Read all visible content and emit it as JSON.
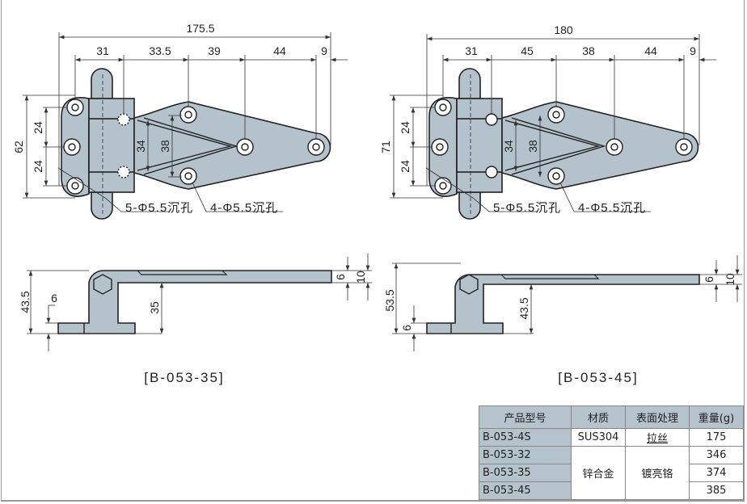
{
  "drawings": [
    {
      "model": "[B-053-35]",
      "top_view": {
        "overall": "175.5",
        "spacing": [
          "31",
          "33.5",
          "39",
          "44",
          "9"
        ],
        "height": "62",
        "pitch": [
          "24",
          "24"
        ],
        "inner": [
          "34",
          "38"
        ],
        "notes": [
          "5-Φ5.5沉孔",
          "4-Φ5.5沉孔"
        ]
      },
      "side_view": {
        "total_height": "43.5",
        "base_thickness": "6",
        "leaf_height": "35",
        "leaf_thickness": "6",
        "knuckle": "10"
      }
    },
    {
      "model": "[B-053-45]",
      "top_view": {
        "overall": "180",
        "spacing": [
          "31",
          "45",
          "38",
          "44",
          "9"
        ],
        "height": "71",
        "pitch": [
          "24",
          "24"
        ],
        "inner": [
          "34",
          "38"
        ],
        "notes": [
          "5-Φ5.5沉孔",
          "4-Φ5.5沉孔"
        ]
      },
      "side_view": {
        "total_height": "53.5",
        "base_thickness": "6",
        "leaf_height": "43.5",
        "leaf_thickness": "6",
        "knuckle": "10"
      }
    }
  ],
  "table": {
    "headers": [
      "产品型号",
      "材质",
      "表面处理",
      "重量(g)"
    ],
    "rows": [
      {
        "model": "B-053-4S",
        "material": "SUS304",
        "finish": "拉丝",
        "weight": "175"
      },
      {
        "model": "B-053-32",
        "weight": "346"
      },
      {
        "model": "B-053-35",
        "weight": "374"
      },
      {
        "model": "B-053-45",
        "weight": "385"
      }
    ],
    "shared_material": "锌合金",
    "shared_finish": "镀亮铬"
  },
  "colors": {
    "part_fill": "#b4c2cc",
    "table_header": "#b4c3cc"
  }
}
